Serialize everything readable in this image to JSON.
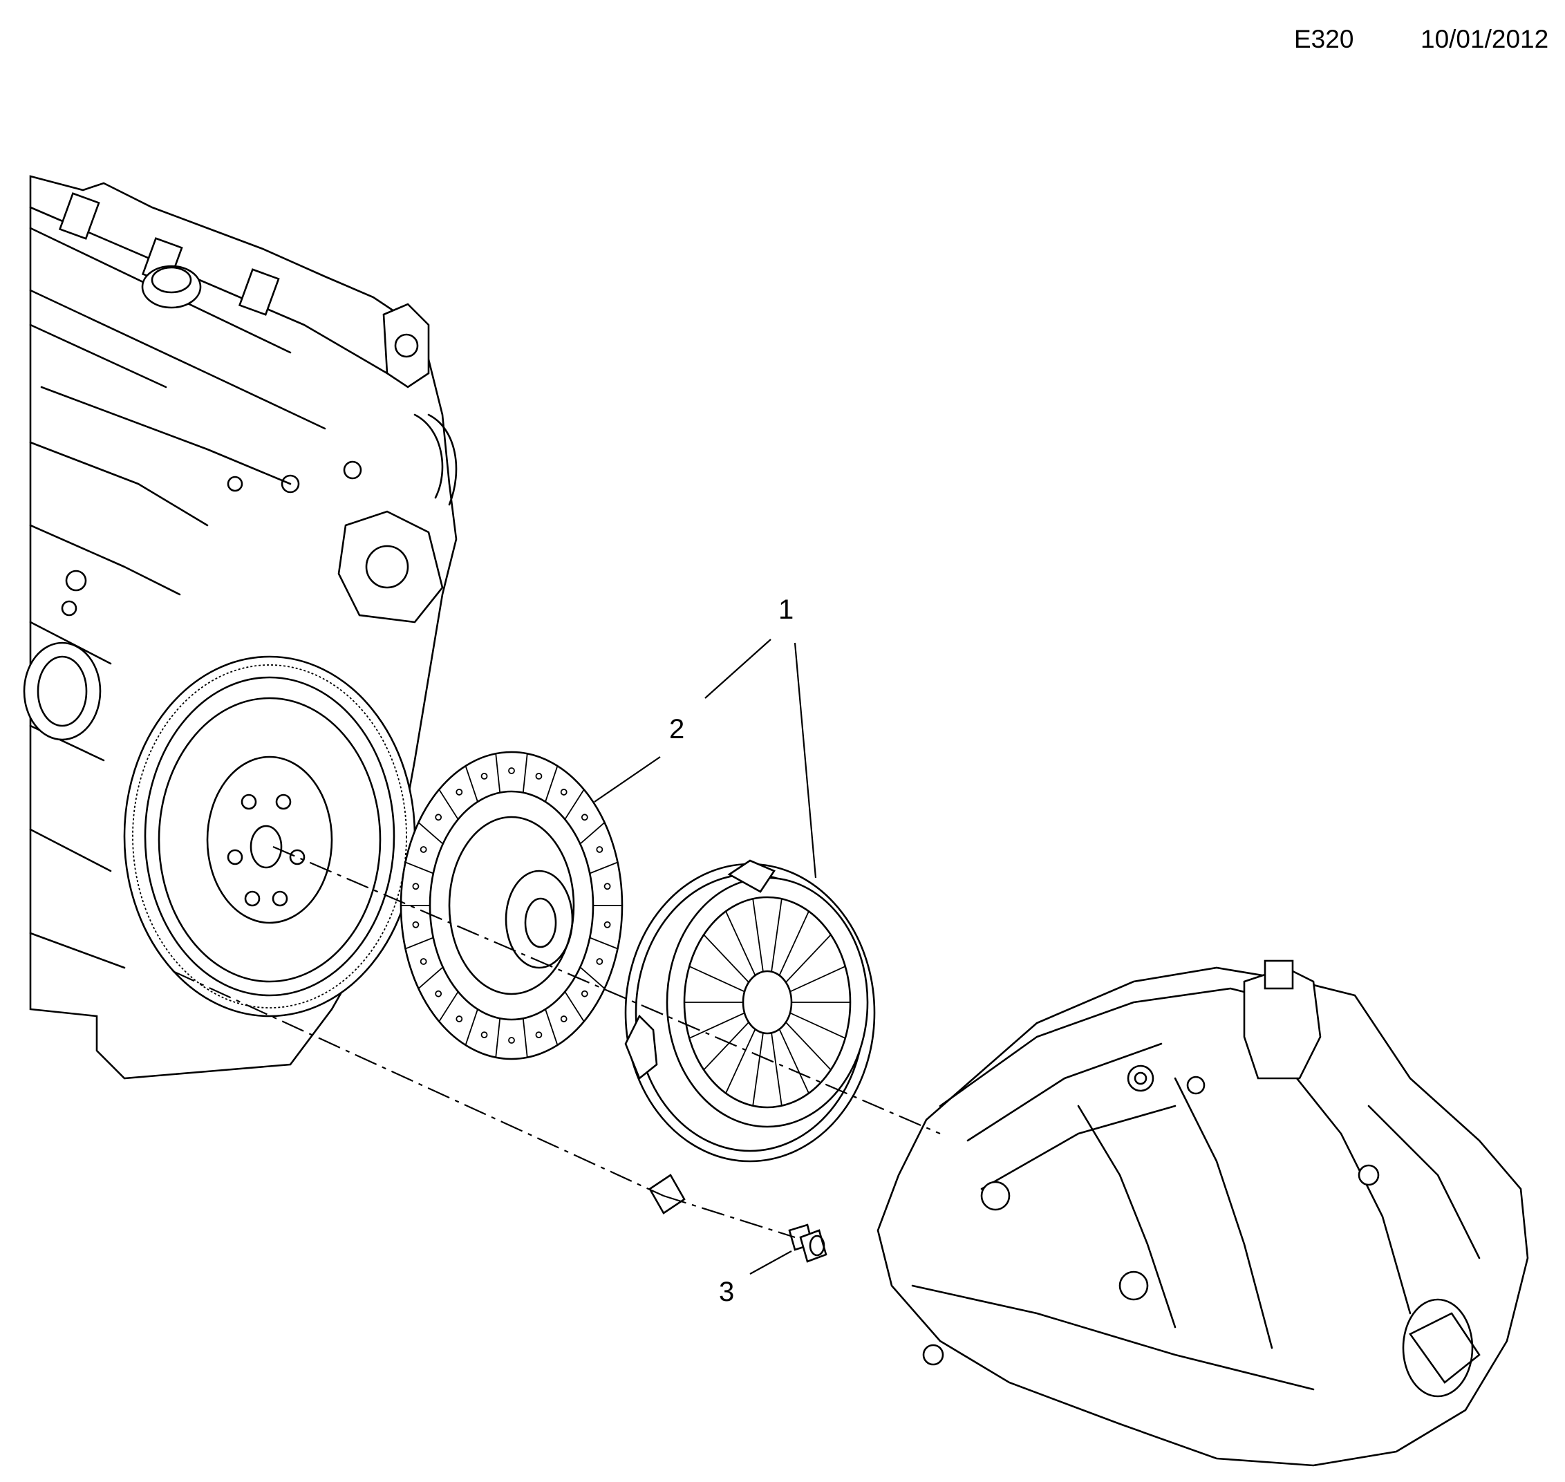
{
  "header": {
    "diagram_code": "E320",
    "date": "10/01/2012"
  },
  "callouts": [
    {
      "number": "1",
      "part": "clutch-kit"
    },
    {
      "number": "2",
      "part": "clutch-disc"
    },
    {
      "number": "3",
      "part": "pressure-plate-bolt"
    }
  ]
}
